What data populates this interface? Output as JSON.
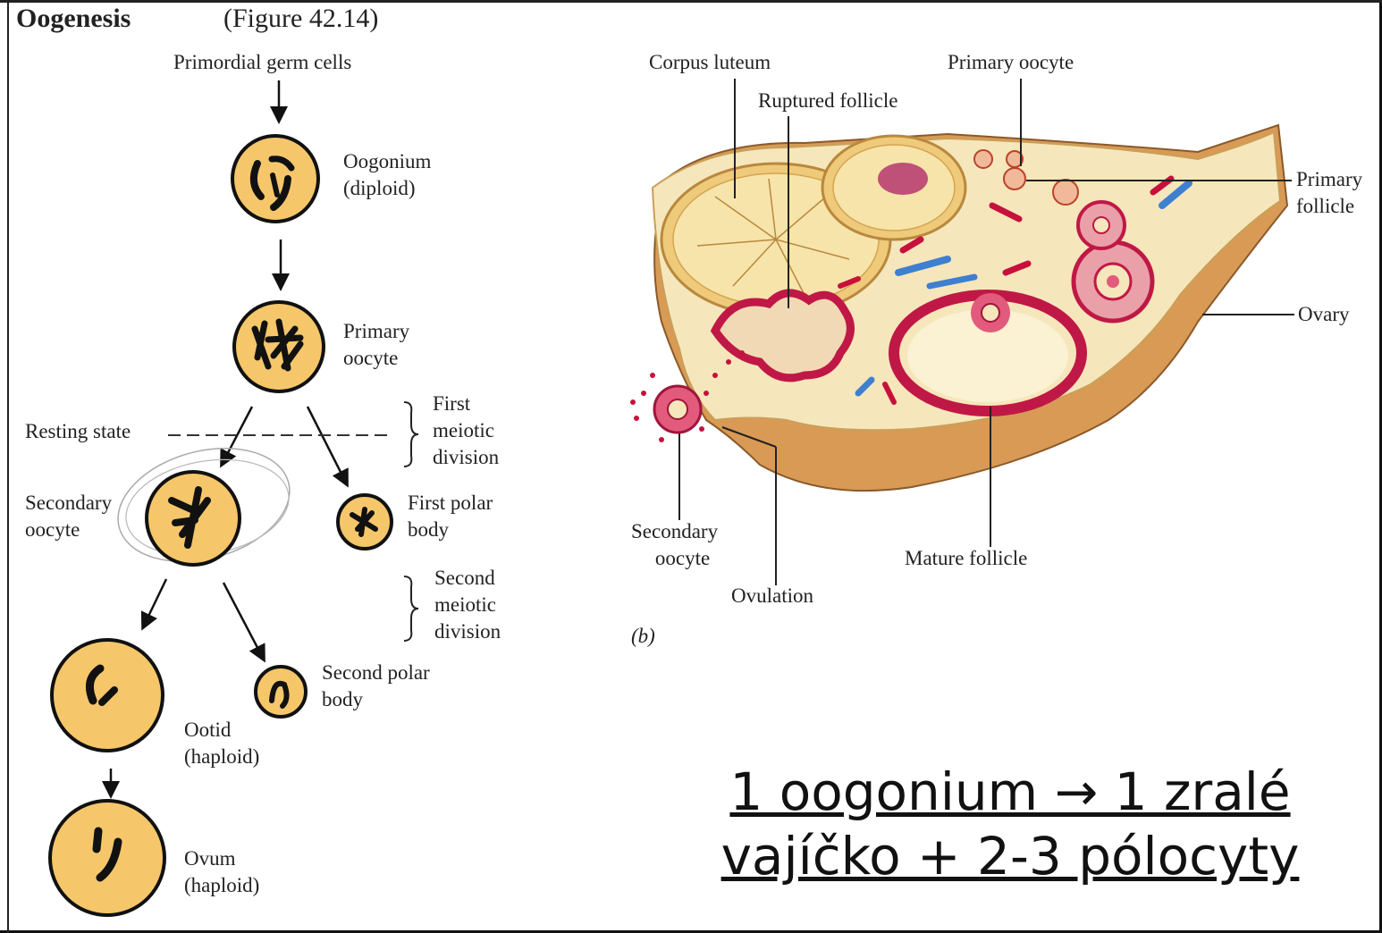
{
  "header": {
    "title": "Oogenesis",
    "figure_ref": "(Figure 42.14)"
  },
  "left_diagram": {
    "top_label": "Primordial germ cells",
    "stages": [
      {
        "name": "Oogonium",
        "sub": "(diploid)"
      },
      {
        "name": "Primary",
        "sub": "oocyte"
      },
      {
        "name": "Secondary",
        "sub": "oocyte"
      },
      {
        "name": "First polar",
        "sub": "body"
      },
      {
        "name": "Second polar",
        "sub": "body"
      },
      {
        "name": "Ootid",
        "sub": "(haploid)"
      },
      {
        "name": "Ovum",
        "sub": "(haploid)"
      }
    ],
    "resting_state": "Resting state",
    "first_division": [
      "First",
      "meiotic",
      "division"
    ],
    "second_division": [
      "Second",
      "meiotic",
      "division"
    ]
  },
  "right_diagram": {
    "labels": {
      "corpus_luteum": "Corpus luteum",
      "ruptured_follicle": "Ruptured follicle",
      "primary_oocyte": "Primary oocyte",
      "primary_follicle_1": "Primary",
      "primary_follicle_2": "follicle",
      "ovary": "Ovary",
      "secondary_oocyte_1": "Secondary",
      "secondary_oocyte_2": "oocyte",
      "ovulation": "Ovulation",
      "mature_follicle": "Mature follicle",
      "panel": "(b)"
    }
  },
  "note": {
    "line1": "1 oogonium → 1 zralé",
    "line2": "vajíčko + 2-3 pólocyty"
  },
  "colors": {
    "cell_fill": "#f5c76a",
    "chromosome": "#111111",
    "ovary_outer": "#d89a55",
    "ovary_inner": "#f6e6bb",
    "blood_red": "#c8103c",
    "vessel_blue": "#3f7fd0"
  }
}
